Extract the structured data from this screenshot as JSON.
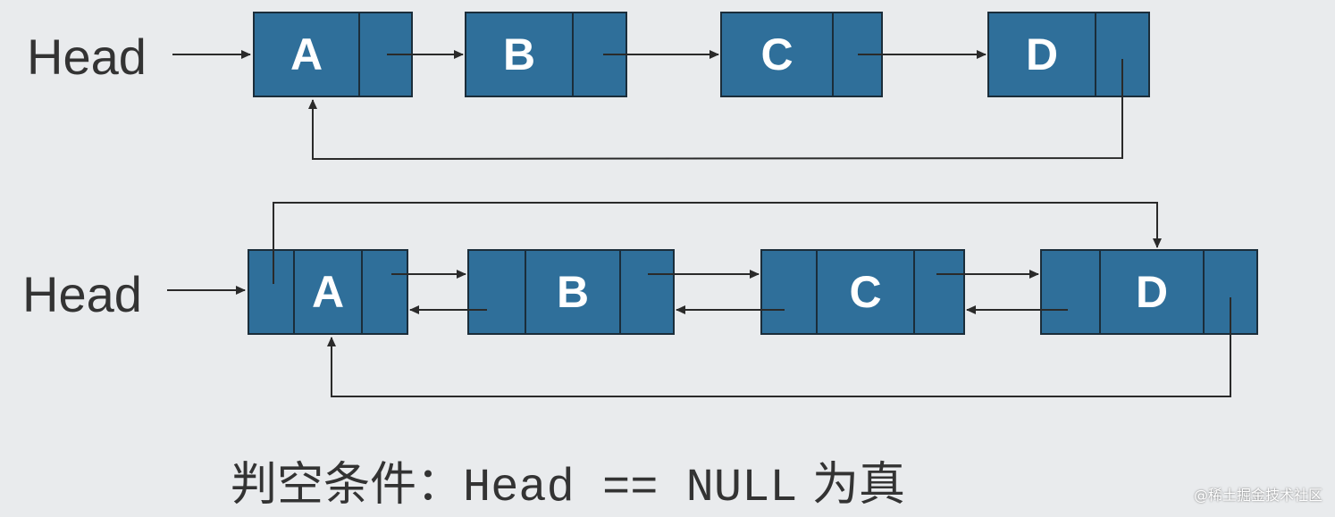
{
  "diagram": {
    "singly": {
      "head_label": "Head",
      "nodes": [
        "A",
        "B",
        "C",
        "D"
      ]
    },
    "doubly": {
      "head_label": "Head",
      "nodes": [
        "A",
        "B",
        "C",
        "D"
      ]
    },
    "caption": {
      "prefix": "判空条件：",
      "code": "Head == NULL",
      "suffix": "为真"
    },
    "watermark": "@稀土掘金技术社区",
    "colors": {
      "node_fill": "#2f6f9a",
      "node_border": "#1b2d3a",
      "arrow": "#2a2a2a",
      "background": "#e9ebed"
    }
  }
}
